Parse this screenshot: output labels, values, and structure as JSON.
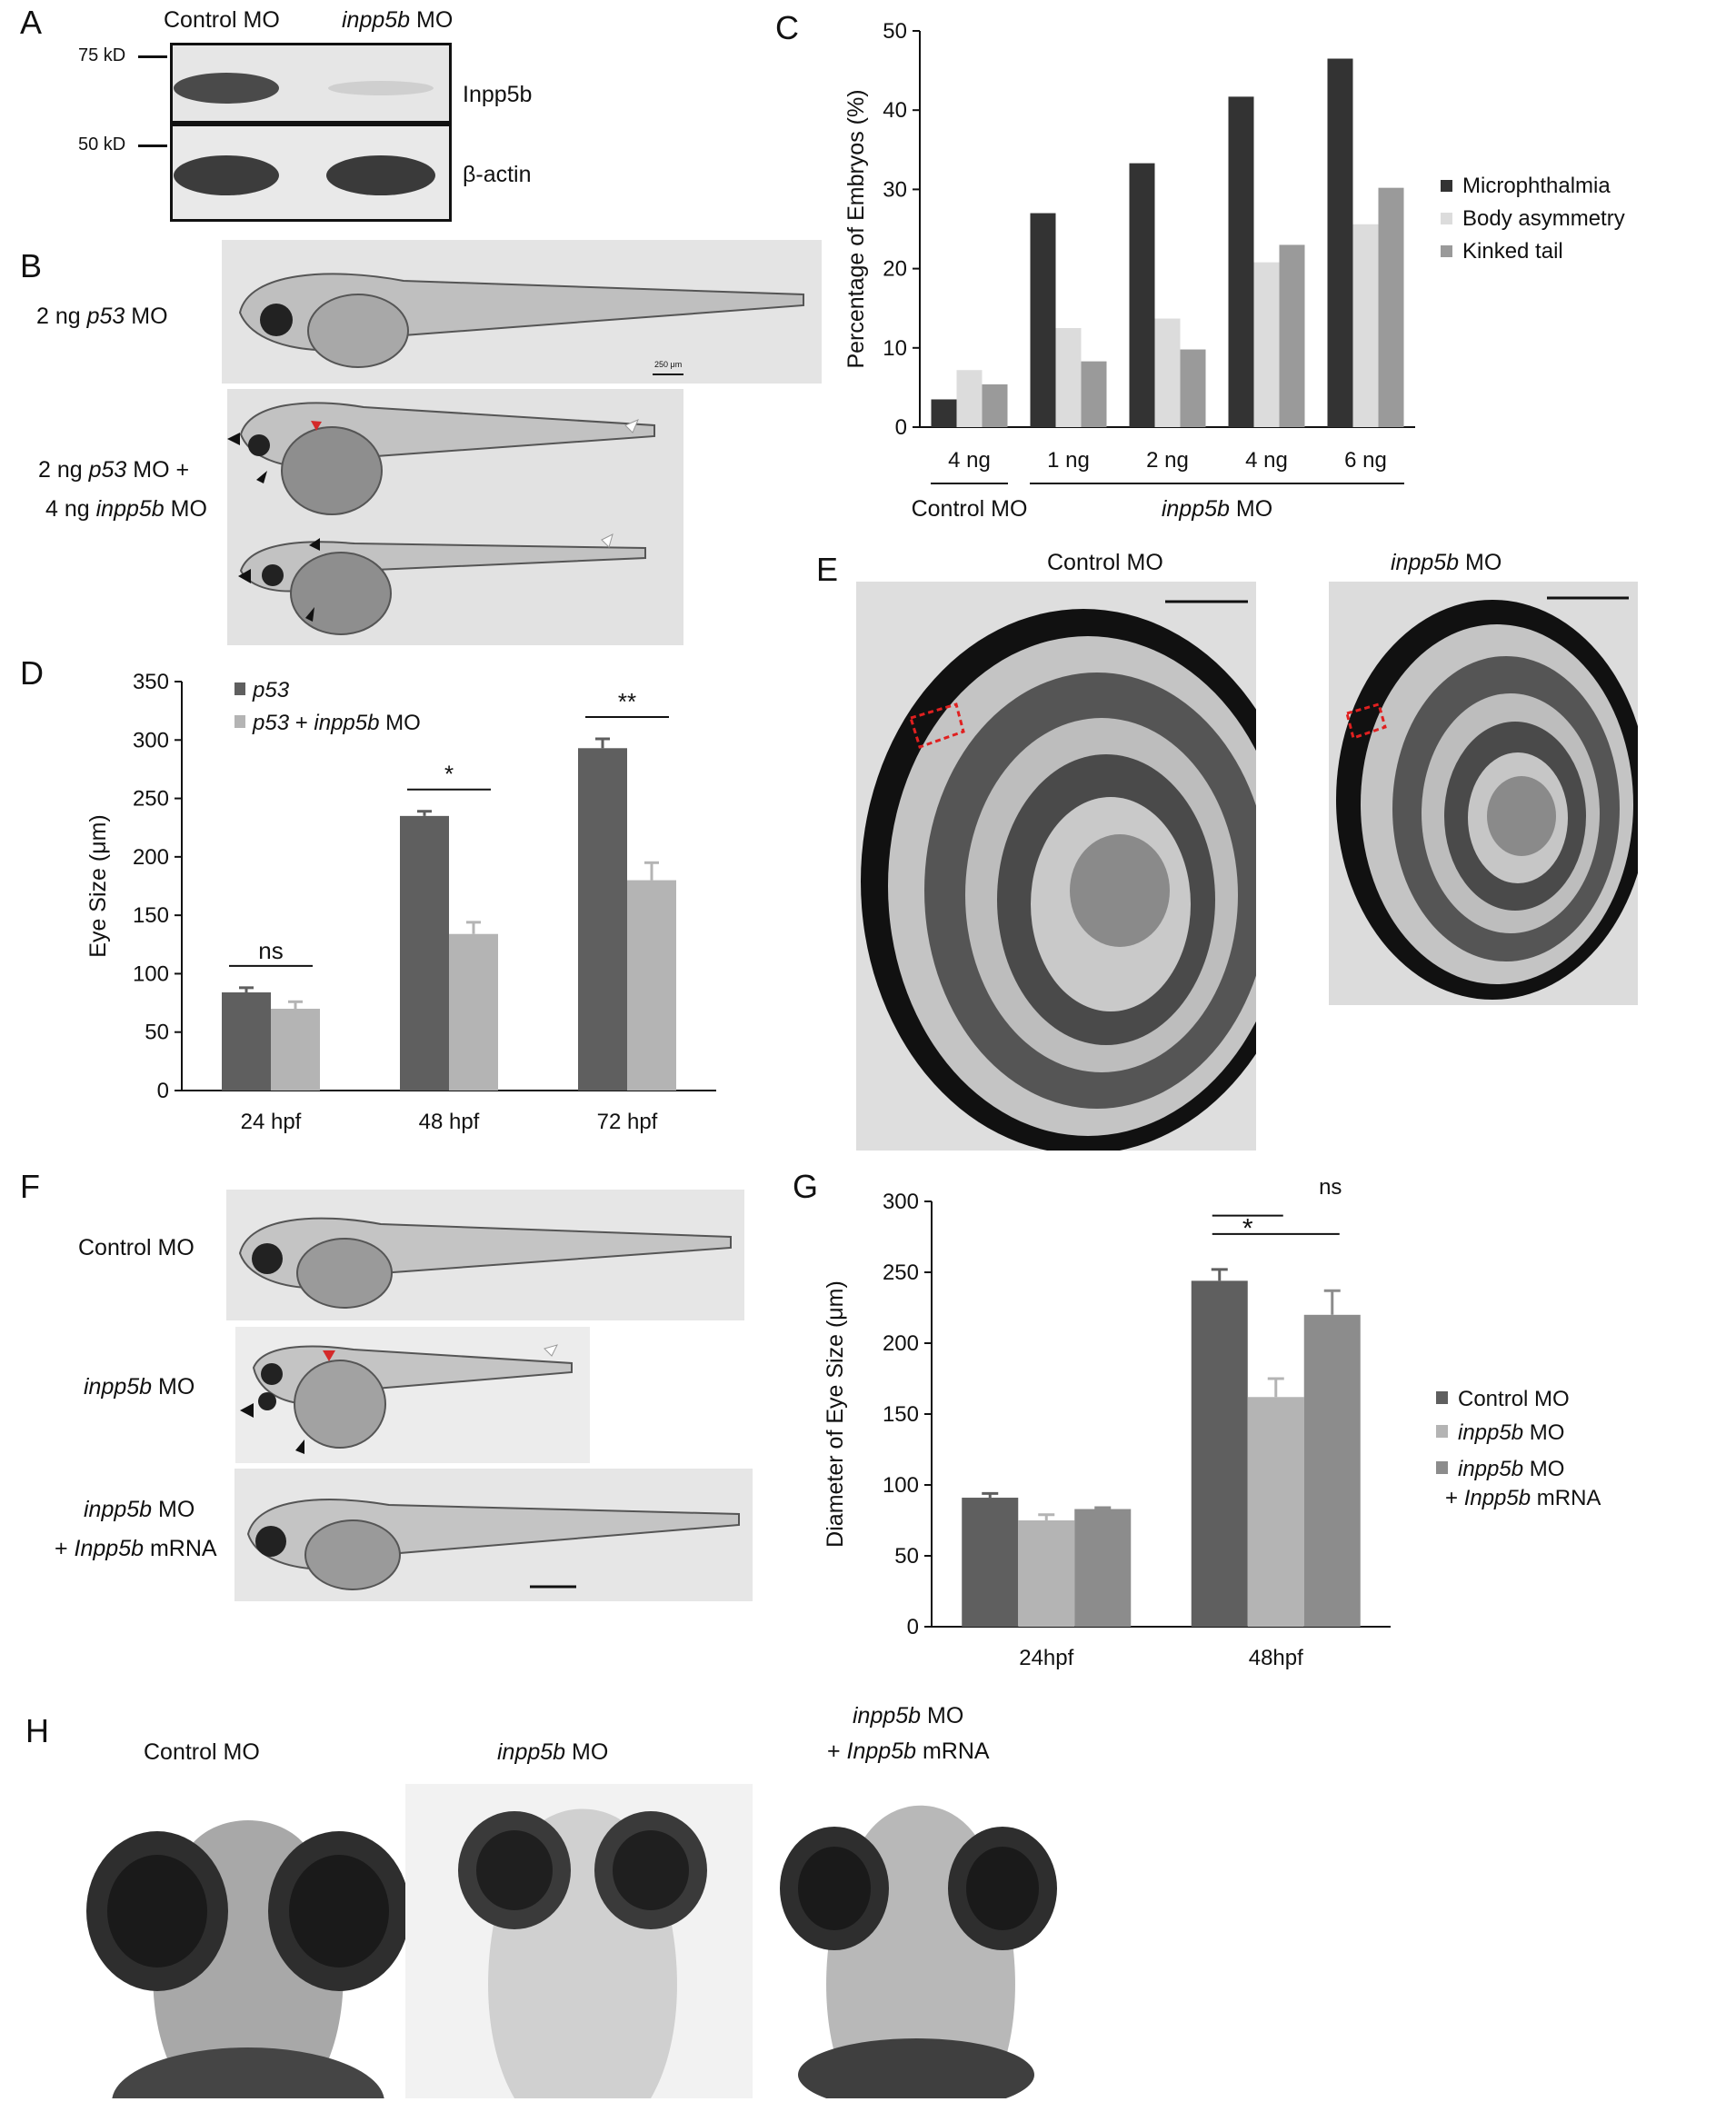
{
  "panels": {
    "A": {
      "letter": "A",
      "lane1": "Control MO",
      "lane2_gene": "inpp5b",
      "lane2_suffix": " MO",
      "marker1": "75 kD",
      "marker2": "50 kD",
      "band1": "Inpp5b",
      "band2": "β-actin"
    },
    "B": {
      "letter": "B",
      "row1_a": "2 ng ",
      "row1_gene": "p53",
      "row1_b": " MO",
      "row2_line1_a": "2 ng ",
      "row2_line1_gene": "p53",
      "row2_line1_b": " MO +",
      "row2_line2_a": "4 ng ",
      "row2_line2_gene": "inpp5b",
      "row2_line2_b": " MO",
      "scalebar": "250 μm"
    },
    "C": {
      "letter": "C"
    },
    "D": {
      "letter": "D"
    },
    "E": {
      "letter": "E",
      "left_title": "Control MO",
      "right_gene": "inpp5b",
      "right_suffix": " MO"
    },
    "F": {
      "letter": "F",
      "row1": "Control MO",
      "row2_gene": "inpp5b",
      "row2_suffix": " MO",
      "row3_gene": "inpp5b",
      "row3_suffix": " MO",
      "row3_line2_a": "+ ",
      "row3_line2_gene": "Inpp5b",
      "row3_line2_b": " mRNA"
    },
    "G": {
      "letter": "G"
    },
    "H": {
      "letter": "H",
      "col1": "Control MO",
      "col2_gene": "inpp5b",
      "col2_suffix": " MO",
      "col3_gene": "inpp5b",
      "col3_suffix": " MO",
      "col3_line2_a": "+ ",
      "col3_line2_gene": "Inpp5b",
      "col3_line2_b": " mRNA"
    }
  },
  "chart_data": [
    {
      "id": "C",
      "type": "bar",
      "ylabel": "Percentage of Embryos (%)",
      "ylim": [
        0,
        50
      ],
      "yticks": [
        0,
        10,
        20,
        30,
        40,
        50
      ],
      "categories": [
        "4 ng",
        "1 ng",
        "2 ng",
        "4 ng",
        "6 ng"
      ],
      "groups": [
        {
          "label": "Control MO",
          "italic_part": "",
          "from": 0,
          "to": 0
        },
        {
          "label": " MO",
          "italic_part": "inpp5b",
          "from": 1,
          "to": 4
        }
      ],
      "series": [
        {
          "name": "Microphthalmia",
          "color": "#333333",
          "values": [
            3.5,
            27,
            33.3,
            41.7,
            46.5
          ]
        },
        {
          "name": "Body asymmetry",
          "color": "#dcdcdc",
          "values": [
            7.2,
            12.5,
            13.7,
            20.8,
            25.6
          ]
        },
        {
          "name": "Kinked tail",
          "color": "#9a9a9a",
          "values": [
            5.4,
            8.3,
            9.8,
            23,
            30.2
          ]
        }
      ],
      "legend": "right"
    },
    {
      "id": "D",
      "type": "bar",
      "ylabel": "Eye Size (μm)",
      "ylim": [
        0,
        350
      ],
      "yticks": [
        0,
        50,
        100,
        150,
        200,
        250,
        300,
        350
      ],
      "categories": [
        "24 hpf",
        "48 hpf",
        "72 hpf"
      ],
      "series": [
        {
          "name": "p53",
          "legend_italic": "p53",
          "legend_rest": "",
          "color": "#5f5f5f",
          "values": [
            84,
            235,
            293
          ],
          "errors": [
            4,
            4,
            8
          ]
        },
        {
          "name": "p53 + inpp5b MO",
          "legend_italic": "p53",
          "legend_rest": " + inpp5b MO",
          "color": "#b4b4b4",
          "values": [
            70,
            134,
            180
          ],
          "errors": [
            6,
            10,
            15
          ]
        }
      ],
      "significance": [
        {
          "category": 0,
          "label": "ns"
        },
        {
          "category": 1,
          "label": "*"
        },
        {
          "category": 2,
          "label": "**"
        }
      ],
      "legend": "top-left"
    },
    {
      "id": "G",
      "type": "bar",
      "ylabel": "Diameter of Eye Size (μm)",
      "ylim": [
        0,
        300
      ],
      "yticks": [
        0,
        50,
        100,
        150,
        200,
        250,
        300
      ],
      "categories": [
        "24hpf",
        "48hpf"
      ],
      "series": [
        {
          "name": "Control MO",
          "color": "#5f5f5f",
          "values": [
            91,
            244
          ],
          "errors": [
            3,
            8
          ]
        },
        {
          "name": "inpp5b MO",
          "color": "#b4b4b4",
          "values": [
            75,
            162
          ],
          "errors": [
            4,
            13
          ]
        },
        {
          "name": "inpp5b MO + Inpp5b mRNA",
          "color": "#8c8c8c",
          "values": [
            83,
            220
          ],
          "errors": [
            1,
            17
          ]
        }
      ],
      "significance": [
        {
          "category": 1,
          "from": 0,
          "to": 1,
          "label": "*"
        },
        {
          "category": 1,
          "from": 0,
          "to": 2,
          "label": "ns"
        }
      ],
      "legend": "right"
    }
  ]
}
